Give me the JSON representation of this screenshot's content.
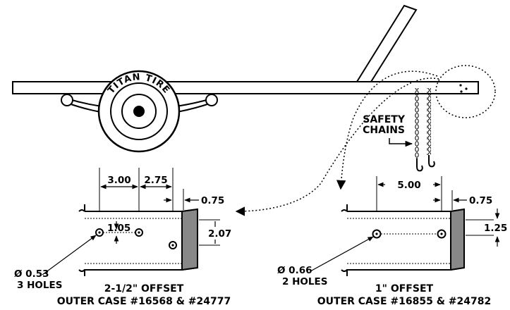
{
  "trailer": {
    "tire_brand": "TITAN TIRE",
    "safety_chains_line1": "SAFETY",
    "safety_chains_line2": "CHAINS"
  },
  "left_detail": {
    "dim_a": "3.00",
    "dim_b": "2.75",
    "dim_c": "0.75",
    "dim_d": "1.05",
    "dim_e": "2.07",
    "hole_size": "Ø 0.53",
    "hole_count": "3 HOLES",
    "caption_line1": "2-1/2\" OFFSET",
    "caption_line2": "OUTER CASE #16568 & #24777"
  },
  "right_detail": {
    "dim_a": "5.00",
    "dim_c": "0.75",
    "dim_e": "1.25",
    "hole_size": "Ø 0.66",
    "hole_count": "2 HOLES",
    "caption_line1": "1\" OFFSET",
    "caption_line2": "OUTER CASE #16855 & #24782"
  }
}
